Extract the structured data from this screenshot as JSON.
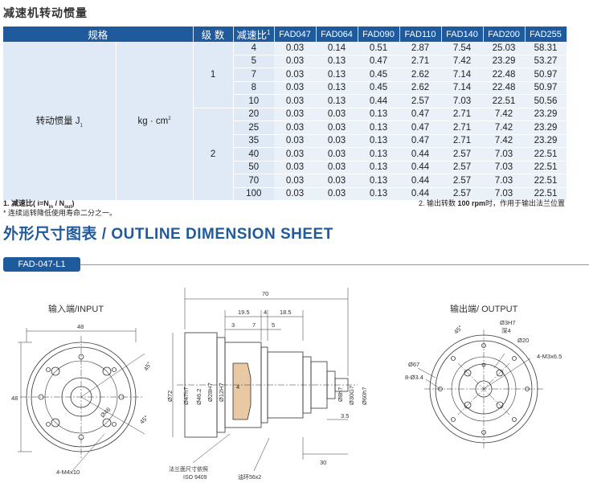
{
  "title": "减速机转动惯量",
  "table": {
    "header": {
      "spec": "规格",
      "stages": "级 数",
      "ratio": "减速比",
      "ratio_sup": "1",
      "models": [
        "FAD047",
        "FAD064",
        "FAD090",
        "FAD110",
        "FAD140",
        "FAD200",
        "FAD255"
      ]
    },
    "row_label": "转动惯量 J",
    "row_label_sub": "1",
    "unit": "kg · cm",
    "unit_sup": "2",
    "groups": [
      {
        "stage": "1",
        "rows": [
          {
            "ratio": "4",
            "values": [
              "0.03",
              "0.14",
              "0.51",
              "2.87",
              "7.54",
              "25.03",
              "58.31"
            ]
          },
          {
            "ratio": "5",
            "values": [
              "0.03",
              "0.13",
              "0.47",
              "2.71",
              "7.42",
              "23.29",
              "53.27"
            ]
          },
          {
            "ratio": "7",
            "values": [
              "0.03",
              "0.13",
              "0.45",
              "2.62",
              "7.14",
              "22.48",
              "50.97"
            ]
          },
          {
            "ratio": "8",
            "values": [
              "0.03",
              "0.13",
              "0.45",
              "2.62",
              "7.14",
              "22.48",
              "50.97"
            ]
          },
          {
            "ratio": "10",
            "values": [
              "0.03",
              "0.13",
              "0.44",
              "2.57",
              "7.03",
              "22.51",
              "50.56"
            ]
          }
        ]
      },
      {
        "stage": "2",
        "rows": [
          {
            "ratio": "20",
            "values": [
              "0.03",
              "0.03",
              "0.13",
              "0.47",
              "2.71",
              "7.42",
              "23.29"
            ]
          },
          {
            "ratio": "25",
            "values": [
              "0.03",
              "0.03",
              "0.13",
              "0.47",
              "2.71",
              "7.42",
              "23.29"
            ]
          },
          {
            "ratio": "35",
            "values": [
              "0.03",
              "0.03",
              "0.13",
              "0.47",
              "2.71",
              "7.42",
              "23.29"
            ]
          },
          {
            "ratio": "40",
            "values": [
              "0.03",
              "0.03",
              "0.13",
              "0.44",
              "2.57",
              "7.03",
              "22.51"
            ]
          },
          {
            "ratio": "50",
            "values": [
              "0.03",
              "0.03",
              "0.13",
              "0.44",
              "2.57",
              "7.03",
              "22.51"
            ]
          },
          {
            "ratio": "70",
            "values": [
              "0.03",
              "0.03",
              "0.13",
              "0.44",
              "2.57",
              "7.03",
              "22.51"
            ]
          },
          {
            "ratio": "100",
            "values": [
              "0.03",
              "0.03",
              "0.13",
              "0.44",
              "2.57",
              "7.03",
              "22.51"
            ]
          }
        ]
      }
    ]
  },
  "footnotes": {
    "note1": "1. 减速比( i=N",
    "note1_in": "in",
    "note1_mid": " / N",
    "note1_out": "out",
    "note1_end": ")",
    "note2": "* 连续运转降低使用寿命二分之一。",
    "note3_a": "2. 输出转数 ",
    "note3_b": "100 rpm",
    "note3_c": "时，作用于输出法兰位置"
  },
  "outline_title": "外形尺寸图表 / OUTLINE DIMENSION SHEET",
  "model_tag": "FAD-047-L1",
  "drawing": {
    "input_label": "输入端/INPUT",
    "output_label": "输出端/ OUTPUT",
    "input_dims": {
      "w48": "48",
      "h48": "48",
      "a45a": "45°",
      "a45b": "45°",
      "d46": "Ø46",
      "m4": "4-M4x10"
    },
    "side_dims": {
      "d70": "70",
      "d195": "19.5",
      "d4": "4",
      "d185": "18.5",
      "d3": "3",
      "d7": "7",
      "d5": "5",
      "d4b": "4",
      "d72": "Ø72",
      "d47": "Ø47h7",
      "d462": "Ø46.2",
      "d28": "Ø28H7",
      "d12": "Ø12H7",
      "d8": "Ø8h7",
      "d30": "Ø30G7",
      "d60": "Ø60h7",
      "d35": "3.5",
      "d30b": "30",
      "iso1": "法兰面尺寸依照",
      "iso2": "ISO 9409",
      "oring": "油环56x2"
    },
    "output_dims": {
      "d3": "Ø3H7",
      "depth": "深4",
      "a45": "45°",
      "d20": "Ø20",
      "m3": "4-M3x6.5",
      "d67": "Ø67",
      "d34": "8-Ø3.4"
    }
  }
}
